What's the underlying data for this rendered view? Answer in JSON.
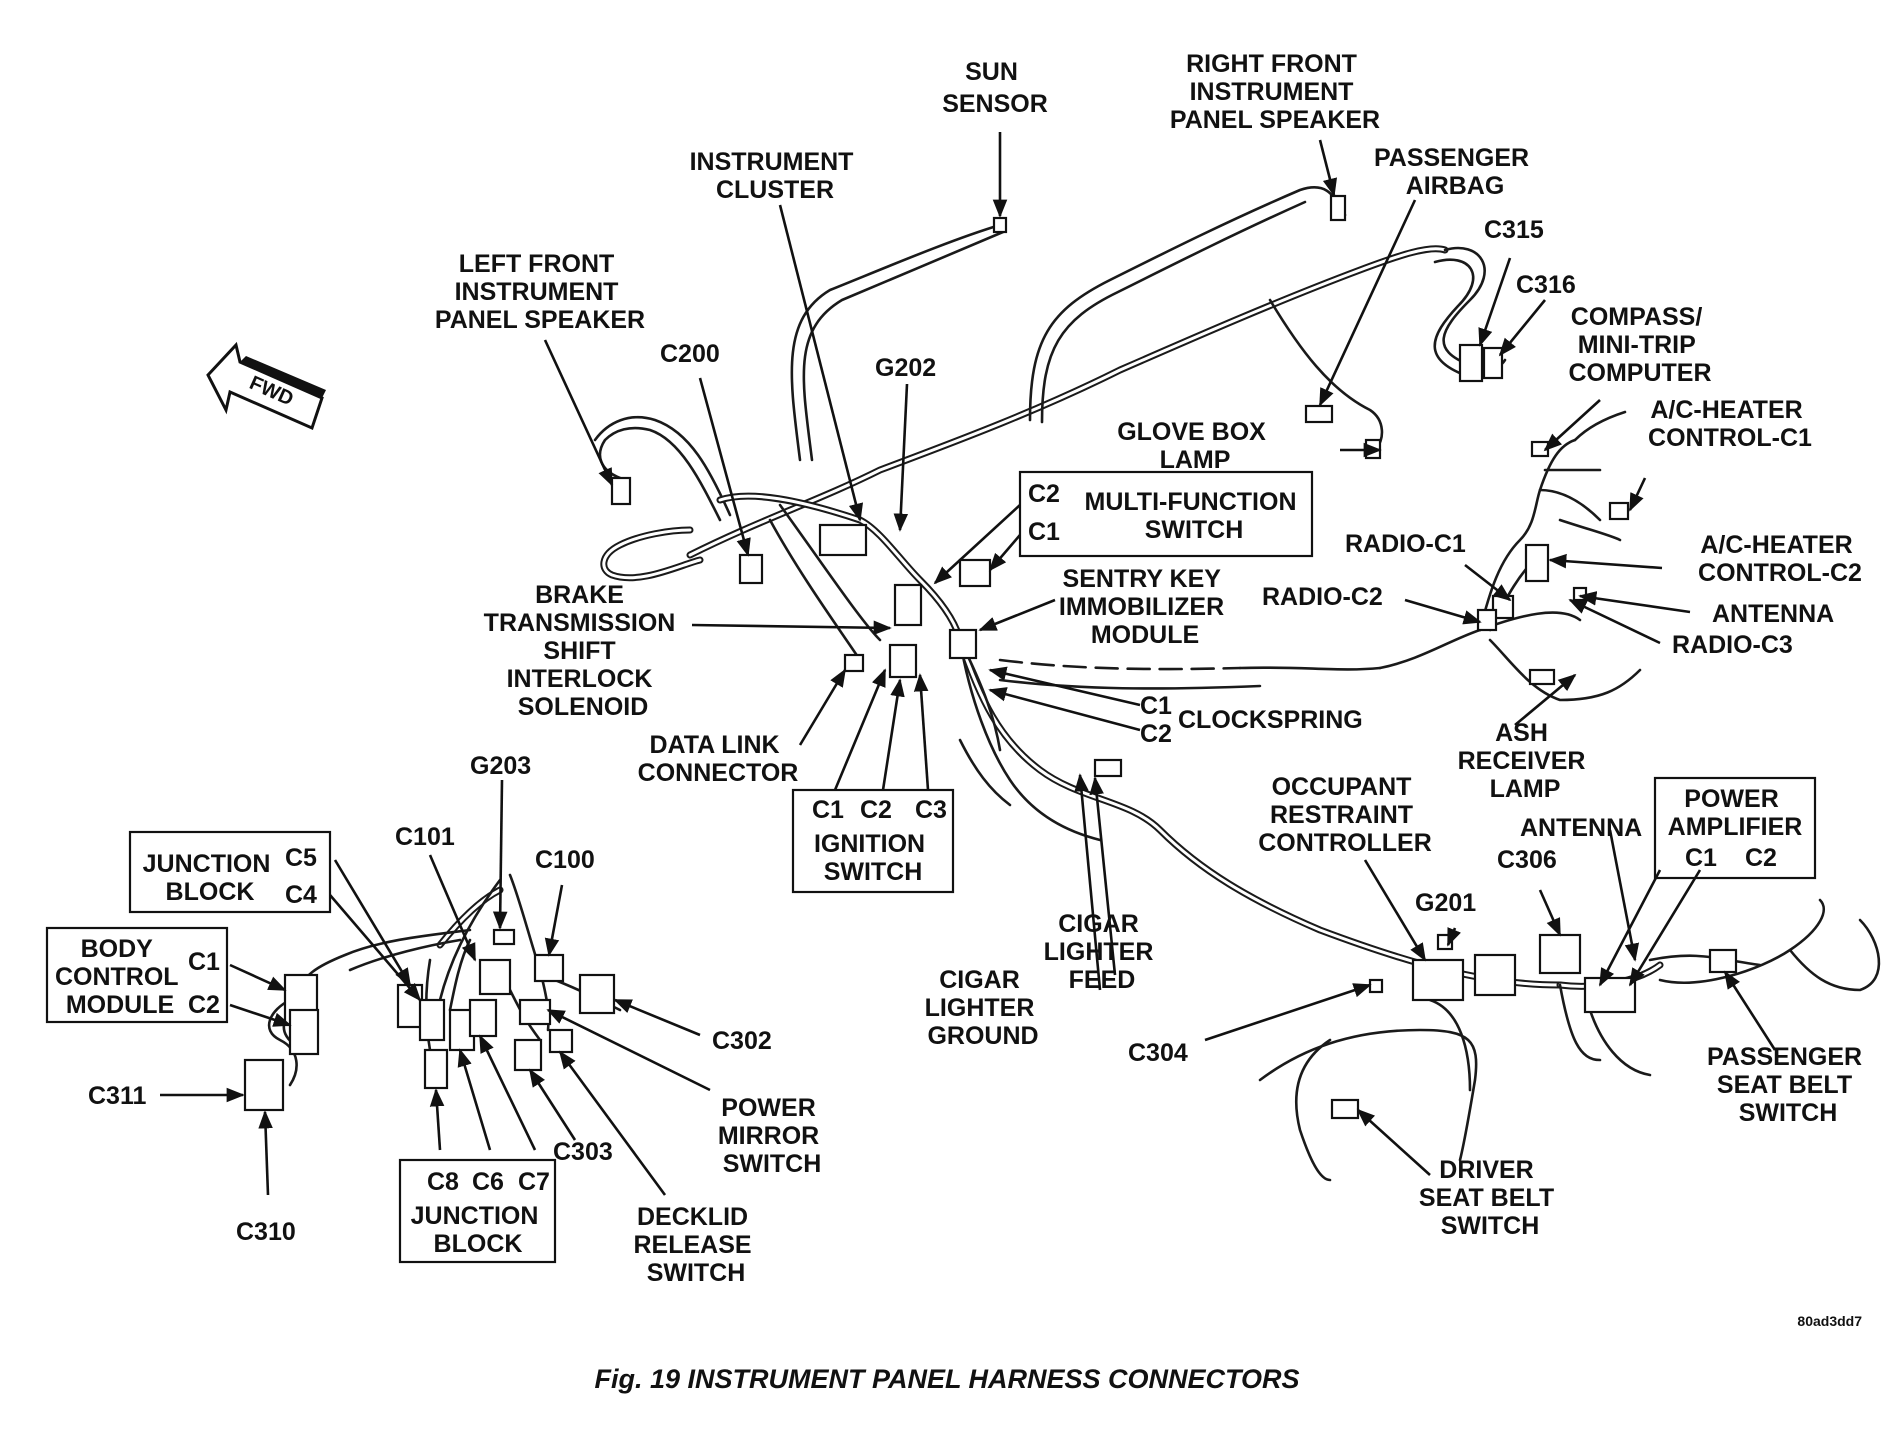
{
  "caption": "Fig. 19 INSTRUMENT PANEL HARNESS CONNECTORS",
  "figure_code": "80ad3dd7",
  "fwd_label": "FWD",
  "labels": {
    "sun_sensor": [
      "SUN",
      "SENSOR"
    ],
    "rf_speaker": [
      "RIGHT FRONT",
      "INSTRUMENT",
      "PANEL SPEAKER"
    ],
    "passenger_airbag": [
      "PASSENGER",
      "AIRBAG"
    ],
    "instrument_cluster": [
      "INSTRUMENT",
      "CLUSTER"
    ],
    "c315": "C315",
    "c316": "C316",
    "compass": [
      "COMPASS/",
      "MINI-TRIP",
      "COMPUTER"
    ],
    "lf_speaker": [
      "LEFT FRONT",
      "INSTRUMENT",
      "PANEL SPEAKER"
    ],
    "c200": "C200",
    "g202": "G202",
    "glove_box_lamp": [
      "GLOVE BOX",
      "LAMP"
    ],
    "ac_heater_c1": [
      "A/C-HEATER",
      "CONTROL-C1"
    ],
    "multi_function": {
      "c2": "C2",
      "c1": "C1",
      "name": [
        "MULTI-FUNCTION",
        "SWITCH"
      ]
    },
    "radio_c1": "RADIO-C1",
    "ac_heater_c2": [
      "A/C-HEATER",
      "CONTROL-C2"
    ],
    "sentry_key": [
      "SENTRY KEY",
      "IMMOBILIZER",
      "MODULE"
    ],
    "radio_c2": "RADIO-C2",
    "antenna_top": "ANTENNA",
    "radio_c3": "RADIO-C3",
    "brake_shift": [
      "BRAKE",
      "TRANSMISSION",
      "SHIFT",
      "INTERLOCK",
      "SOLENOID"
    ],
    "clockspring": {
      "c1": "C1",
      "c2": "C2",
      "name": "CLOCKSPRING"
    },
    "data_link": [
      "DATA LINK",
      "CONNECTOR"
    ],
    "ash_receiver": [
      "ASH",
      "RECEIVER",
      "LAMP"
    ],
    "ignition": {
      "c1": "C1",
      "c2": "C2",
      "c3": "C3",
      "name": [
        "IGNITION",
        "SWITCH"
      ]
    },
    "g203": "G203",
    "occupant_restraint": [
      "OCCUPANT",
      "RESTRAINT",
      "CONTROLLER"
    ],
    "power_amplifier": {
      "name": [
        "POWER",
        "AMPLIFIER"
      ],
      "c1": "C1",
      "c2": "C2"
    },
    "antenna_bottom": "ANTENNA",
    "c101": "C101",
    "c100": "C100",
    "junction_block_top": {
      "name": [
        "JUNCTION",
        "BLOCK"
      ],
      "c5": "C5",
      "c4": "C4"
    },
    "g201": "G201",
    "c306": "C306",
    "body_control": {
      "name": [
        "BODY",
        "CONTROL",
        "MODULE"
      ],
      "c1": "C1",
      "c2": "C2"
    },
    "cigar_feed": [
      "CIGAR",
      "LIGHTER",
      "FEED"
    ],
    "cigar_ground": [
      "CIGAR",
      "LIGHTER",
      "GROUND"
    ],
    "c302": "C302",
    "c304": "C304",
    "passenger_belt": [
      "PASSENGER",
      "SEAT BELT",
      "SWITCH"
    ],
    "c311": "C311",
    "power_mirror": [
      "POWER",
      "MIRROR",
      "SWITCH"
    ],
    "c303": "C303",
    "junction_block_bottom": {
      "c8": "C8",
      "c6": "C6",
      "c7": "C7",
      "name": [
        "JUNCTION",
        "BLOCK"
      ]
    },
    "driver_belt": [
      "DRIVER",
      "SEAT BELT",
      "SWITCH"
    ],
    "c310": "C310",
    "decklid": [
      "DECKLID",
      "RELEASE",
      "SWITCH"
    ]
  }
}
